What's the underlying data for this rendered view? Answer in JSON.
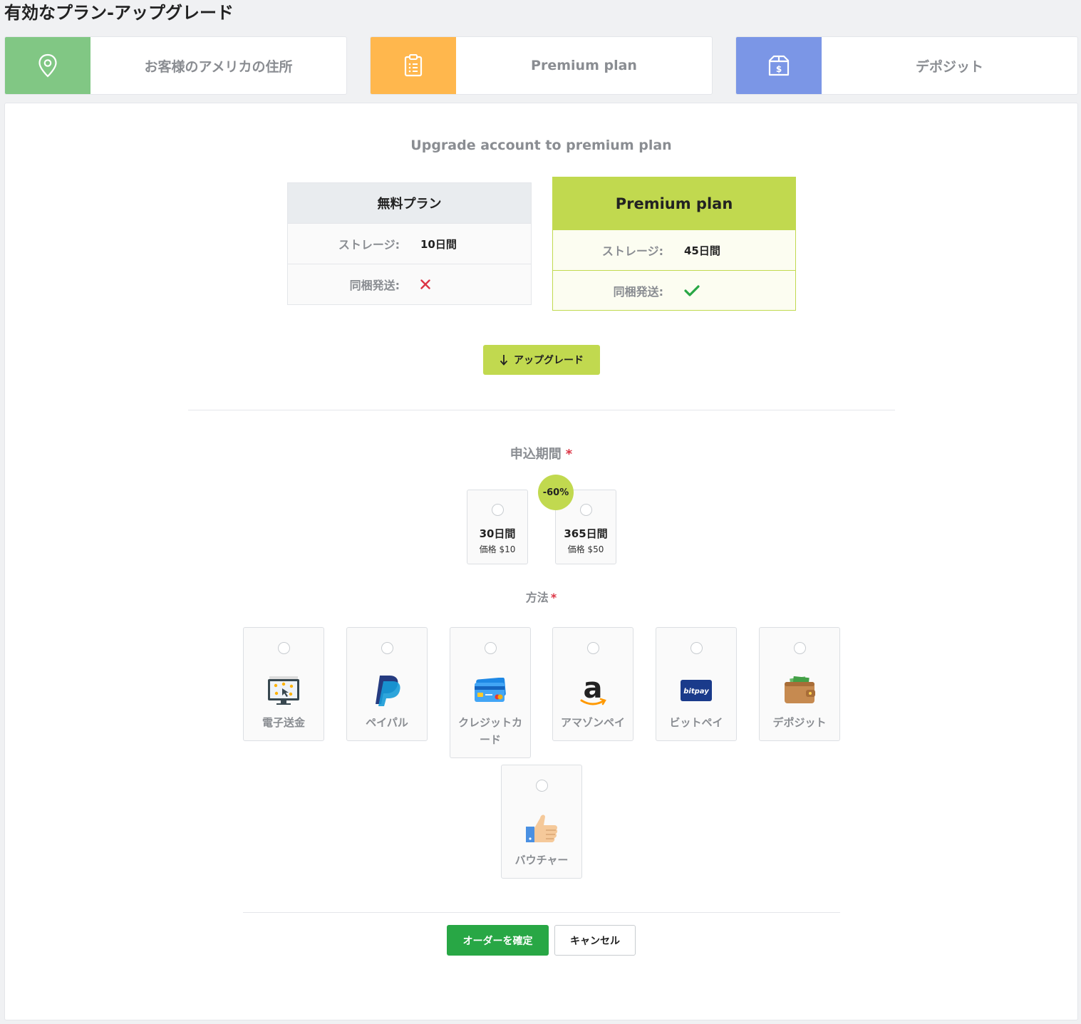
{
  "page": {
    "title": "有効なプラン-アップグレード"
  },
  "tabs": [
    {
      "label": "お客様のアメリカの住所",
      "icon": "map-pin-icon",
      "color": "#81c784"
    },
    {
      "label": "Premium plan",
      "icon": "clipboard-list-icon",
      "color": "#ffb74d"
    },
    {
      "label": "デポジット",
      "icon": "dollar-box-icon",
      "color": "#7b96e6"
    }
  ],
  "upgrade": {
    "heading": "Upgrade account to premium plan",
    "button_label": "アップグレード"
  },
  "plans": {
    "free": {
      "name": "無料プラン",
      "storage_label": "ストレージ:",
      "storage_value": "10日間",
      "consolidation_label": "同梱発送:",
      "consolidation_available": false
    },
    "premium": {
      "name": "Premium plan",
      "storage_label": "ストレージ:",
      "storage_value": "45日間",
      "consolidation_label": "同梱発送:",
      "consolidation_available": true
    }
  },
  "period": {
    "label": "申込期間",
    "required_mark": "*",
    "options": [
      {
        "title": "30日間",
        "price": "価格 $10"
      },
      {
        "title": "365日間",
        "price": "価格 $50",
        "badge": "-60%"
      }
    ]
  },
  "method": {
    "label": "方法",
    "required_mark": "*",
    "options": [
      {
        "label": "電子送金",
        "icon": "wire-transfer-icon"
      },
      {
        "label": "ペイパル",
        "icon": "paypal-icon"
      },
      {
        "label": "クレジットカード",
        "icon": "credit-card-icon"
      },
      {
        "label": "アマゾンペイ",
        "icon": "amazon-icon",
        "glyph": "a"
      },
      {
        "label": "ビットペイ",
        "icon": "bitpay-icon",
        "glyph": "bitpay"
      },
      {
        "label": "デポジット",
        "icon": "wallet-icon"
      },
      {
        "label": "バウチャー",
        "icon": "thumbs-up-icon"
      }
    ]
  },
  "actions": {
    "confirm_label": "オーダーを確定",
    "cancel_label": "キャンセル"
  },
  "colors": {
    "accent_lime": "#c1d94f",
    "confirm_green": "#28a745",
    "required_red": "#dc3545",
    "cross_red": "#dc3545",
    "check_green": "#28a745"
  }
}
